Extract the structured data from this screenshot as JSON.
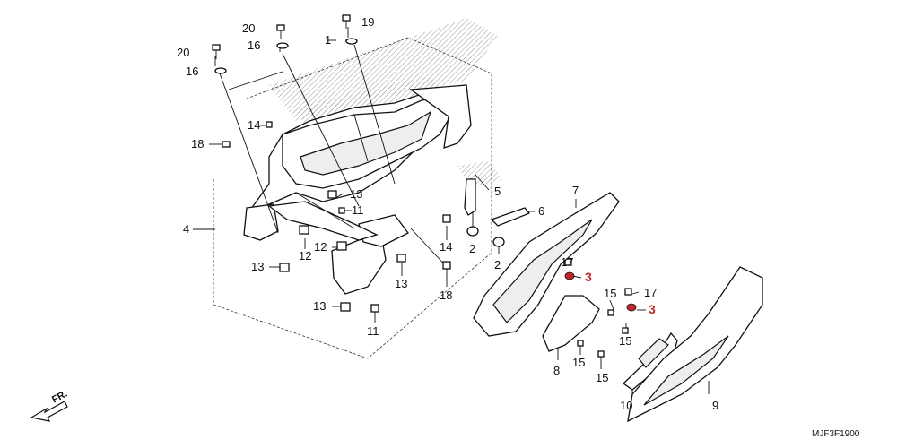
{
  "diagram": {
    "code": "MJF3F1900",
    "direction": "FR.",
    "callouts": [
      {
        "id": "c1",
        "label": "1"
      },
      {
        "id": "c2a",
        "label": "2"
      },
      {
        "id": "c2b",
        "label": "2"
      },
      {
        "id": "c3a",
        "label": "3",
        "highlight": true
      },
      {
        "id": "c3b",
        "label": "3",
        "highlight": true
      },
      {
        "id": "c4",
        "label": "4"
      },
      {
        "id": "c5",
        "label": "5"
      },
      {
        "id": "c6",
        "label": "6"
      },
      {
        "id": "c7",
        "label": "7"
      },
      {
        "id": "c8",
        "label": "8"
      },
      {
        "id": "c9",
        "label": "9"
      },
      {
        "id": "c10",
        "label": "10"
      },
      {
        "id": "c11a",
        "label": "11"
      },
      {
        "id": "c11b",
        "label": "11"
      },
      {
        "id": "c12a",
        "label": "12"
      },
      {
        "id": "c12b",
        "label": "12"
      },
      {
        "id": "c13a",
        "label": "13"
      },
      {
        "id": "c13b",
        "label": "13"
      },
      {
        "id": "c13c",
        "label": "13"
      },
      {
        "id": "c13d",
        "label": "13"
      },
      {
        "id": "c14a",
        "label": "14"
      },
      {
        "id": "c14b",
        "label": "14"
      },
      {
        "id": "c15a",
        "label": "15"
      },
      {
        "id": "c15b",
        "label": "15"
      },
      {
        "id": "c15c",
        "label": "15"
      },
      {
        "id": "c15d",
        "label": "15"
      },
      {
        "id": "c16a",
        "label": "16"
      },
      {
        "id": "c16b",
        "label": "16"
      },
      {
        "id": "c17a",
        "label": "17"
      },
      {
        "id": "c17b",
        "label": "17"
      },
      {
        "id": "c18a",
        "label": "18"
      },
      {
        "id": "c18b",
        "label": "18"
      },
      {
        "id": "c19",
        "label": "19"
      },
      {
        "id": "c20a",
        "label": "20"
      },
      {
        "id": "c20b",
        "label": "20"
      }
    ],
    "colors": {
      "line": "#111111",
      "highlight": "#c0262b",
      "background": "#ffffff"
    }
  }
}
